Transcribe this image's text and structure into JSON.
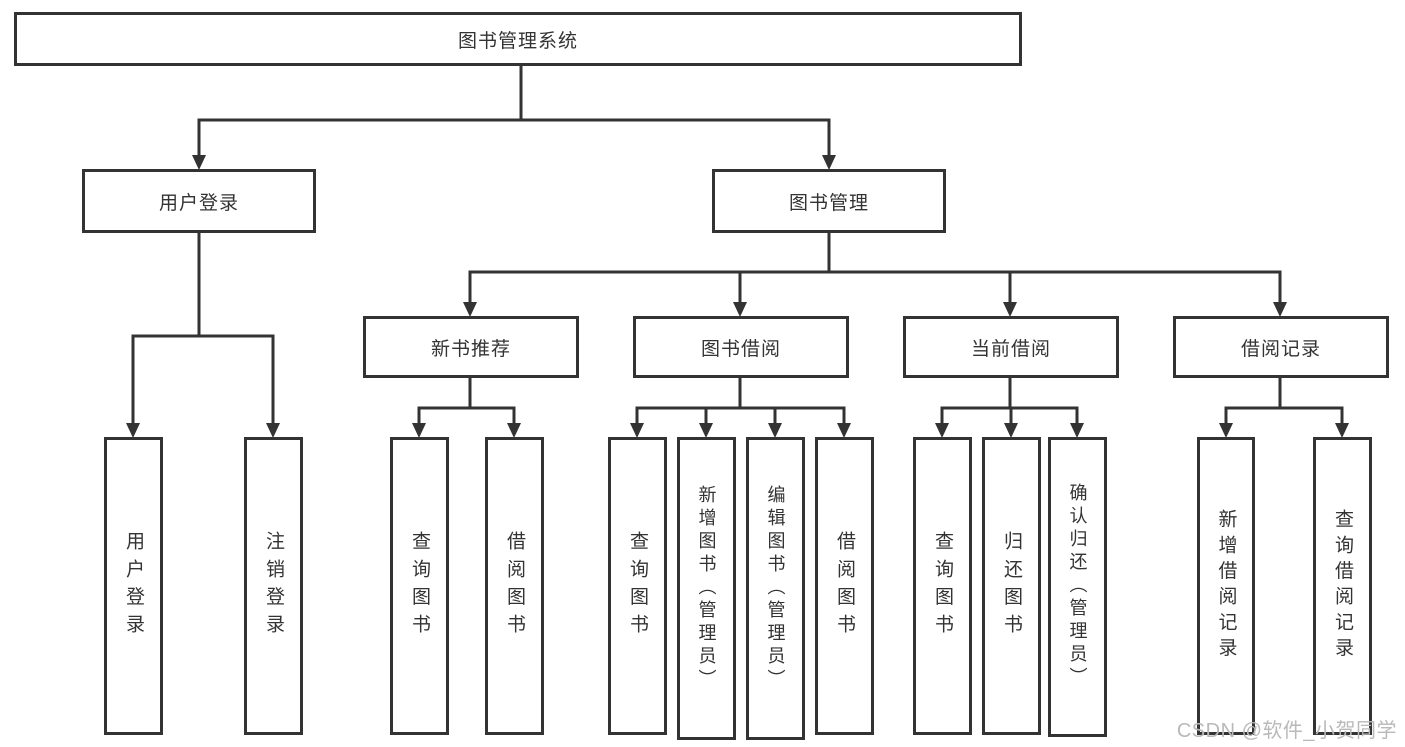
{
  "diagram": {
    "root": {
      "label": "图书管理系统"
    },
    "branches": [
      {
        "label": "用户登录",
        "children": [
          {
            "label": "用户登录"
          },
          {
            "label": "注销登录"
          }
        ]
      },
      {
        "label": "图书管理",
        "sections": [
          {
            "label": "新书推荐",
            "children": [
              {
                "label": "查询图书"
              },
              {
                "label": "借阅图书"
              }
            ]
          },
          {
            "label": "图书借阅",
            "children": [
              {
                "label": "查询图书"
              },
              {
                "label": "新增图书（管理员）"
              },
              {
                "label": "编辑图书（管理员）"
              },
              {
                "label": "借阅图书"
              }
            ]
          },
          {
            "label": "当前借阅",
            "children": [
              {
                "label": "查询图书"
              },
              {
                "label": "归还图书"
              },
              {
                "label": "确认归还（管理员）"
              }
            ]
          },
          {
            "label": "借阅记录",
            "children": [
              {
                "label": "新增借阅记录"
              },
              {
                "label": "查询借阅记录"
              }
            ]
          }
        ]
      }
    ]
  },
  "watermark": "CSDN @软件_小贺同学",
  "colors": {
    "line": "#333333",
    "text": "#333333",
    "watermark": "#b9b9b9",
    "background": "#ffffff"
  }
}
